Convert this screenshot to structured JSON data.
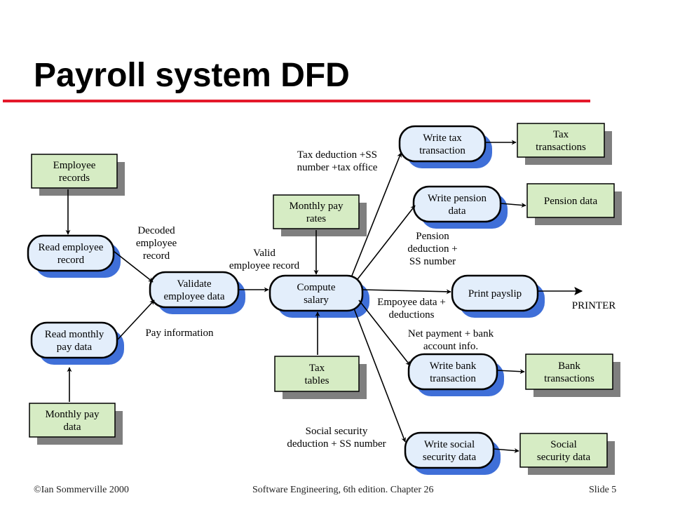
{
  "title": "Payroll system DFD",
  "footer": {
    "left": "©Ian Sommerville 2000",
    "center": "Software Engineering, 6th edition. Chapter 26",
    "right": "Slide 5"
  },
  "colors": {
    "title_rule": "#e4192b",
    "store_fill": "#d6ecc4",
    "process_fill": "#e3eefb",
    "process_shadow": "#3f6fd8",
    "store_shadow": "#7f7f7f"
  },
  "stores": {
    "employee_records": [
      "Employee",
      "records"
    ],
    "monthly_pay_data": [
      "Monthly  pay",
      "data"
    ],
    "monthly_pay_rates": [
      "Monthly pay",
      "rates"
    ],
    "tax_tables": [
      "Tax",
      "tables"
    ],
    "tax_transactions": [
      "Tax",
      "transactions"
    ],
    "pension_data": [
      "Pension data"
    ],
    "bank_transactions": [
      "Bank",
      "transactions"
    ],
    "social_security_data": [
      "Social",
      "security data"
    ]
  },
  "processes": {
    "read_employee_record": [
      "Read employee",
      "record"
    ],
    "read_monthly_pay_data": [
      "Read monthly",
      "pay data"
    ],
    "validate_employee_data": [
      "Validate",
      "employee data"
    ],
    "compute_salary": [
      "Compute",
      "salary"
    ],
    "write_tax_transaction": [
      "Write tax",
      "transaction"
    ],
    "write_pension_data": [
      "Write pension",
      "data"
    ],
    "print_payslip": [
      "Print payslip"
    ],
    "write_bank_transaction": [
      "Write bank",
      "transaction"
    ],
    "write_social_security_data": [
      "Write social",
      "security data"
    ]
  },
  "flow_labels": {
    "decoded_employee_record": [
      "Decoded",
      "employee",
      "record"
    ],
    "pay_information": [
      "Pay information"
    ],
    "valid_employee_record": [
      "Valid",
      "employee record"
    ],
    "tax_deduction": [
      "Tax deduction +SS",
      "number +tax office"
    ],
    "pension_deduction": [
      "Pension",
      "deduction +",
      "SS number"
    ],
    "employee_data_deductions": [
      "Empoyee data +",
      "deductions"
    ],
    "net_payment": [
      "Net payment + bank",
      "account info."
    ],
    "social_security_deduction": [
      "Social security",
      "deduction + SS number"
    ]
  },
  "sink": "PRINTER"
}
